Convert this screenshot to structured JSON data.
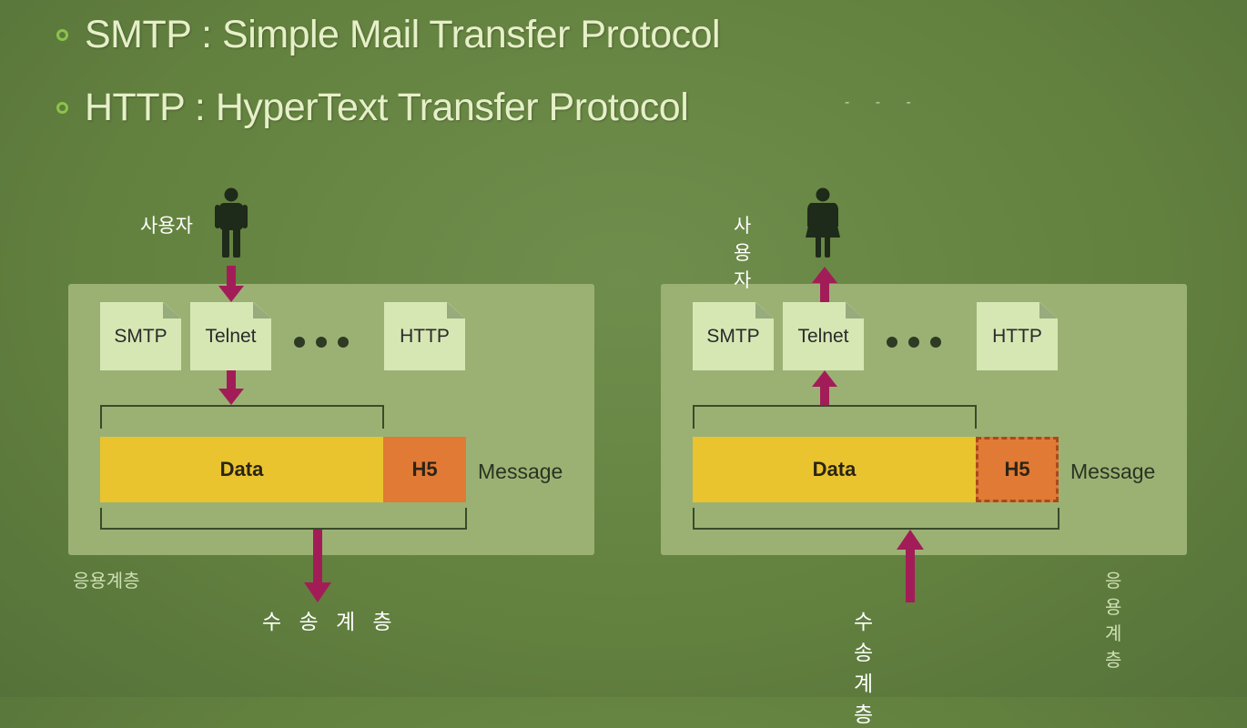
{
  "bullets": [
    "SMTP : Simple Mail Transfer Protocol",
    "HTTP : HyperText Transfer Protocol"
  ],
  "colors": {
    "background": "#64823f",
    "panel": "#9bb174",
    "doc": "#d6e7b4",
    "data": "#e9c42e",
    "header": "#e07a35",
    "arrow": "#a21d58",
    "bullet": "#8bc34a"
  },
  "left": {
    "user_label": "사용자",
    "user_icon": "man-icon",
    "protocols": [
      "SMTP",
      "Telnet",
      "HTTP"
    ],
    "data_label": "Data",
    "header_label": "H5",
    "message_label": "Message",
    "layer_label": "응용계층",
    "transport_label": "수 송 계 층"
  },
  "right": {
    "user_label": "사용자",
    "user_icon": "woman-icon",
    "protocols": [
      "SMTP",
      "Telnet",
      "HTTP"
    ],
    "data_label": "Data",
    "header_label": "H5",
    "message_label": "Message",
    "layer_label": "응용계층",
    "transport_label": "수 송 계 층"
  }
}
